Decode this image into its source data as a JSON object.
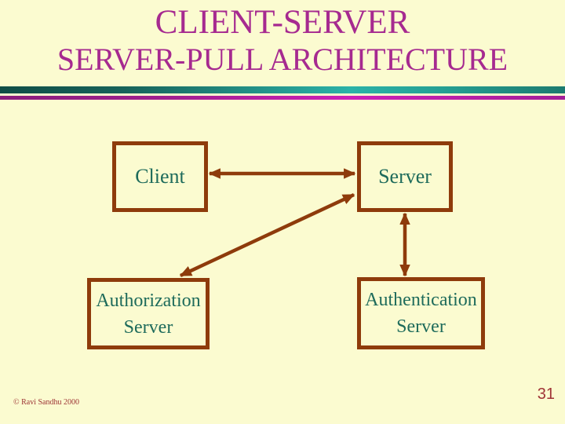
{
  "slide": {
    "title_line1": "CLIENT-SERVER",
    "title_line2": "SERVER-PULL ARCHITECTURE",
    "footer": "© Ravi Sandhu 2000",
    "page_number": "31"
  },
  "diagram": {
    "nodes": {
      "client": {
        "label": "Client"
      },
      "server": {
        "label": "Server"
      },
      "authorization": {
        "line1": "Authorization",
        "line2": "Server"
      },
      "authentication": {
        "line1": "Authentication",
        "line2": "Server"
      }
    },
    "edges": [
      {
        "from": "Client",
        "to": "Server",
        "style": "double-headed-arrow"
      },
      {
        "from": "Authorization Server",
        "to": "Server",
        "style": "double-headed-arrow"
      },
      {
        "from": "Server",
        "to": "Authentication Server",
        "style": "double-headed-arrow"
      }
    ]
  },
  "colors": {
    "background": "#FBFBD0",
    "title_text": "#A62A90",
    "node_border": "#8E3B0B",
    "node_text": "#1E6B5B",
    "arrow": "#8E3B0B",
    "divider_teal_gradient": [
      "#0F4D46",
      "#2BB2A8",
      "#1C7A6F"
    ],
    "divider_magenta_gradient": [
      "#8A1E7C",
      "#CC20B8",
      "#A31F99"
    ],
    "footer_text": "#9C3334",
    "page_number_text": "#A03437"
  }
}
